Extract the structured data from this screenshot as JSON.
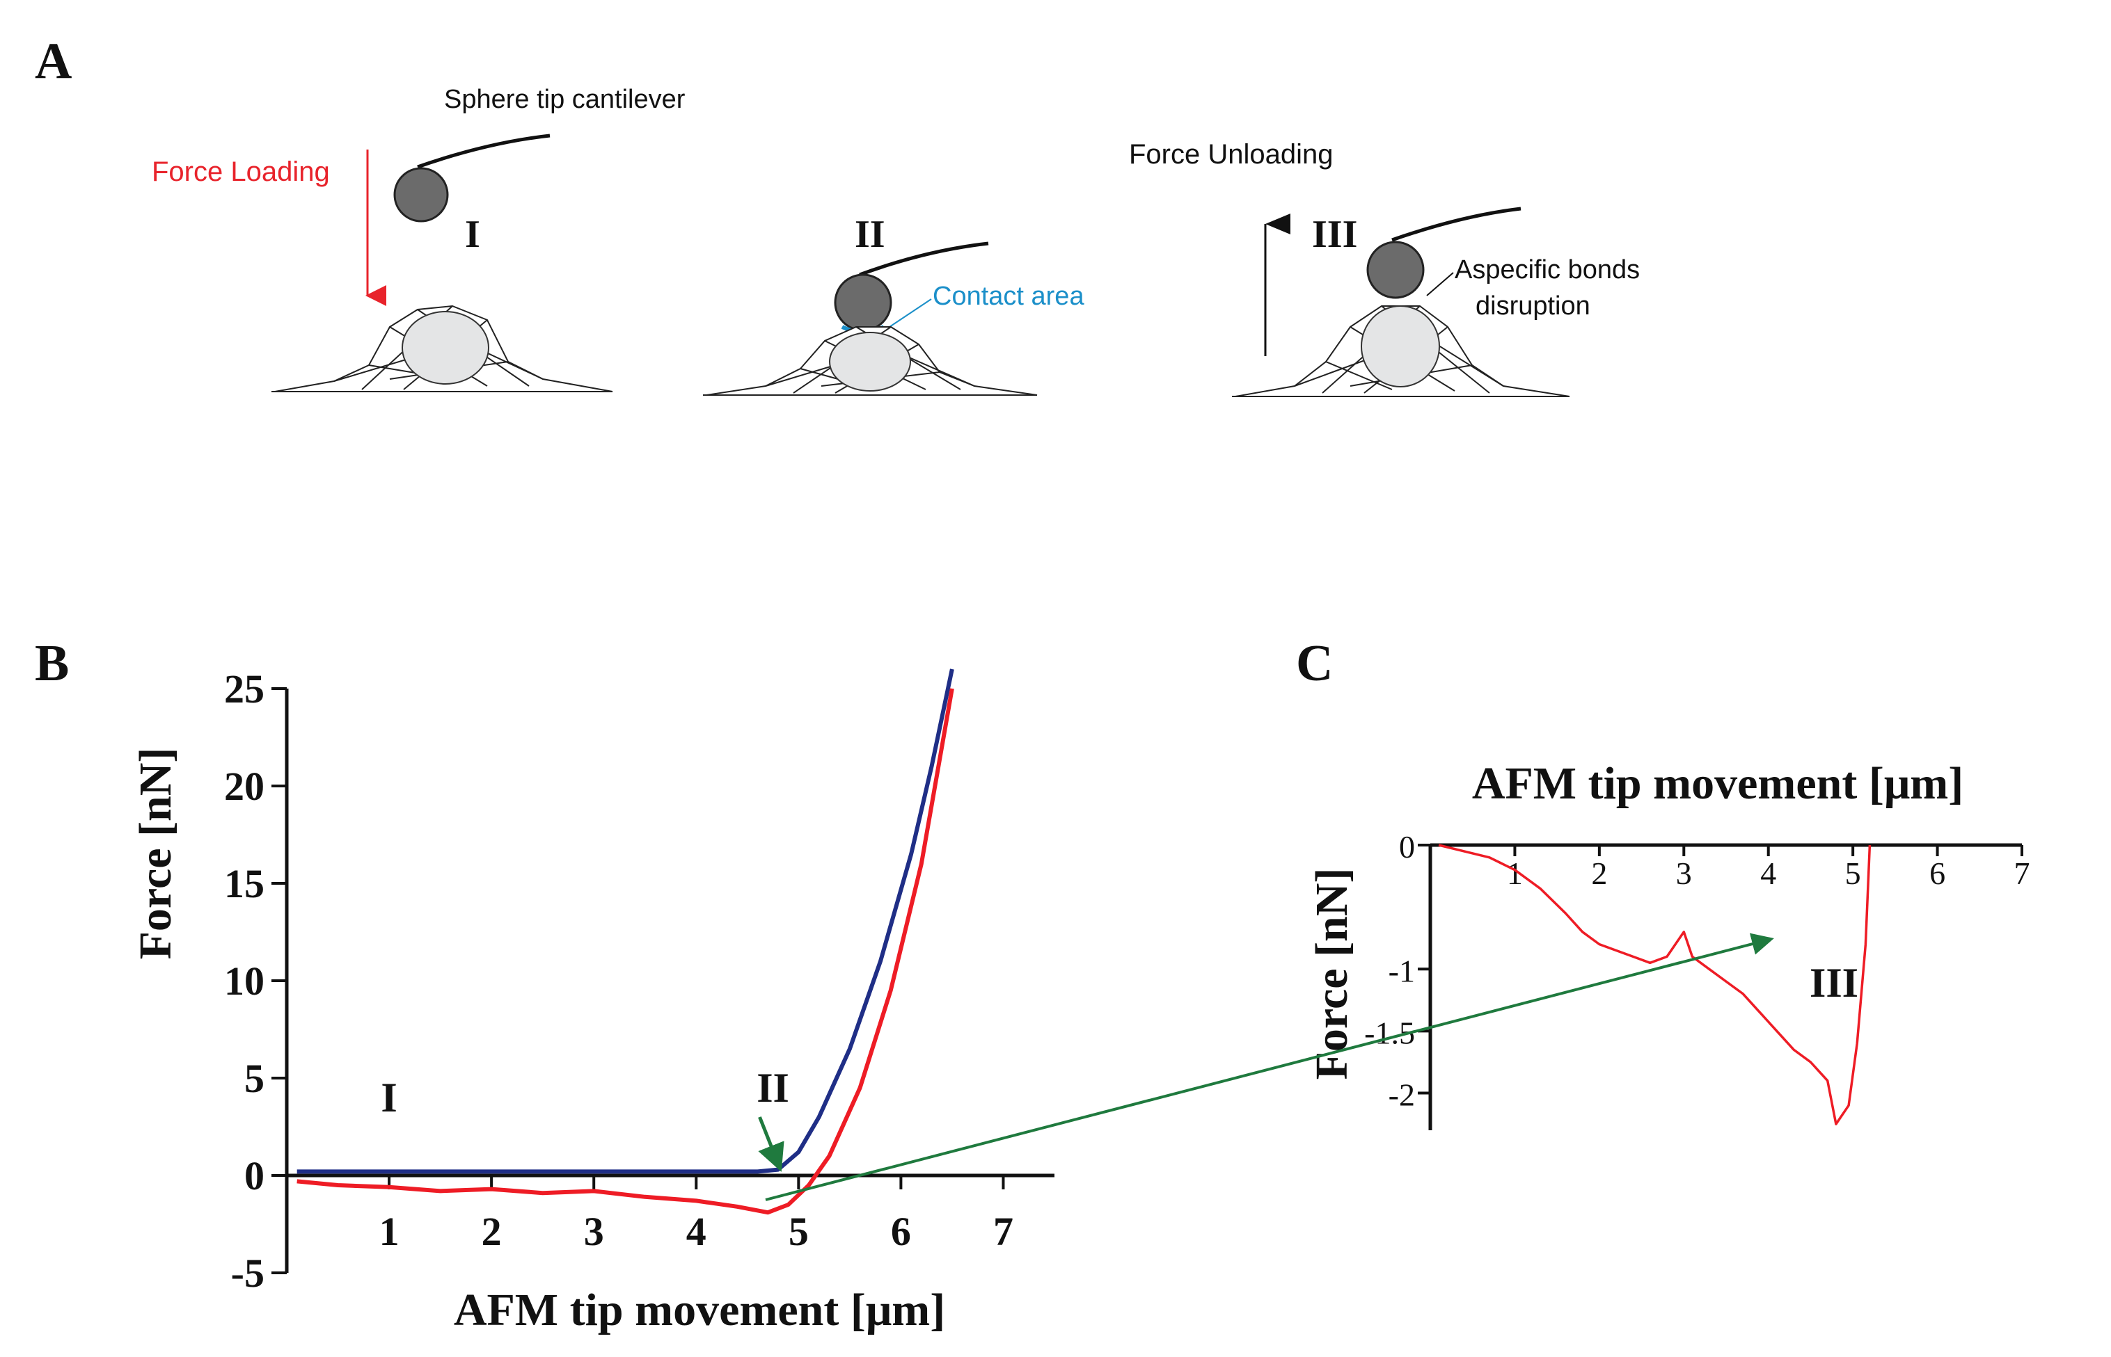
{
  "panels": {
    "a": "A",
    "b": "B",
    "c": "C"
  },
  "schematic": {
    "tip_label": "Sphere tip cantilever",
    "loading_label": "Force Loading",
    "unloading_label": "Force Unloading",
    "contact_label": "Contact area",
    "bonds_label_1": "Aspecific bonds",
    "bonds_label_2": "disruption",
    "stage1": "I",
    "stage2": "II",
    "stage3": "III"
  },
  "colors": {
    "loading": "#e8232b",
    "approach": "#1f2e86",
    "retract": "#ee1c25",
    "contact": "#1b8fc9",
    "arrow_green": "#1f7a3e"
  },
  "chart_data": [
    {
      "type": "line",
      "panel": "B",
      "xlabel": "AFM tip movement [μm]",
      "ylabel": "Force [nN]",
      "xlim": [
        0,
        7.5
      ],
      "ylim": [
        -5,
        25
      ],
      "xticks": [
        "1",
        "2",
        "3",
        "4",
        "5",
        "6",
        "7"
      ],
      "yticks": [
        "-5",
        "0",
        "5",
        "10",
        "15",
        "20",
        "25"
      ],
      "annotations": [
        {
          "text": "I",
          "x": 1,
          "y": 4
        },
        {
          "text": "II",
          "x": 4.75,
          "y": 4.5
        }
      ],
      "series": [
        {
          "color": "#1f2e86",
          "x": [
            0.1,
            1,
            2,
            3,
            4,
            4.6,
            4.8,
            5.0,
            5.2,
            5.5,
            5.8,
            6.1,
            6.3,
            6.5
          ],
          "y": [
            0.2,
            0.2,
            0.2,
            0.2,
            0.2,
            0.2,
            0.3,
            1.2,
            3,
            6.5,
            11,
            16.5,
            21,
            26
          ]
        },
        {
          "color": "#ee1c25",
          "x": [
            0.1,
            0.5,
            1,
            1.5,
            2,
            2.5,
            3,
            3.5,
            4,
            4.4,
            4.7,
            4.9,
            5.1,
            5.3,
            5.6,
            5.9,
            6.2,
            6.5
          ],
          "y": [
            -0.3,
            -0.5,
            -0.6,
            -0.8,
            -0.7,
            -0.9,
            -0.8,
            -1.1,
            -1.3,
            -1.6,
            -1.9,
            -1.5,
            -0.5,
            1,
            4.5,
            9.5,
            16,
            25
          ]
        }
      ]
    },
    {
      "type": "line",
      "panel": "C",
      "xlabel": "AFM tip movement [μm]",
      "ylabel": "Force [nN]",
      "xlim": [
        0,
        7
      ],
      "ylim": [
        -2.3,
        0
      ],
      "xticks": [
        "1",
        "2",
        "3",
        "4",
        "5",
        "6",
        "7"
      ],
      "yticks": [
        "0",
        "-1",
        "-1.5",
        "-2"
      ],
      "annotations": [
        {
          "text": "III",
          "x": 4.2,
          "y": -1.1
        }
      ],
      "series": [
        {
          "color": "#ee1c25",
          "x": [
            0.1,
            0.4,
            0.7,
            1.0,
            1.3,
            1.6,
            1.8,
            2.0,
            2.2,
            2.4,
            2.6,
            2.8,
            3.0,
            3.1,
            3.3,
            3.5,
            3.7,
            3.9,
            4.1,
            4.3,
            4.5,
            4.7,
            4.8,
            4.95,
            5.05,
            5.15,
            5.2
          ],
          "y": [
            0,
            -0.05,
            -0.1,
            -0.2,
            -0.35,
            -0.55,
            -0.7,
            -0.8,
            -0.85,
            -0.9,
            -0.95,
            -0.9,
            -0.7,
            -0.9,
            -1.0,
            -1.1,
            -1.2,
            -1.35,
            -1.5,
            -1.65,
            -1.75,
            -1.9,
            -2.25,
            -2.1,
            -1.6,
            -0.8,
            0
          ]
        }
      ]
    }
  ]
}
